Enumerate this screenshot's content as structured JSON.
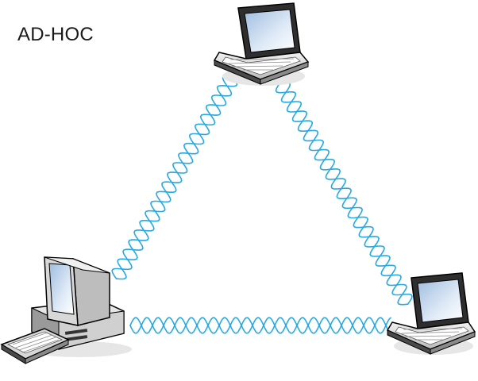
{
  "title": "AD-HOC",
  "nodes": [
    {
      "id": "laptop-top",
      "icon": "laptop-icon"
    },
    {
      "id": "laptop-right",
      "icon": "laptop-icon"
    },
    {
      "id": "desktop-left",
      "icon": "desktop-computer-icon"
    }
  ],
  "links": [
    {
      "from": "laptop-top",
      "to": "desktop-left",
      "type": "wireless"
    },
    {
      "from": "laptop-top",
      "to": "laptop-right",
      "type": "wireless"
    },
    {
      "from": "desktop-left",
      "to": "laptop-right",
      "type": "wireless"
    }
  ],
  "colors": {
    "wave": "#27a9e1",
    "device_body": "#d9d9d9",
    "device_dark": "#3a3a3a",
    "screen": "#bcd3ea",
    "outline": "#000000",
    "text": "#1a1a1a"
  }
}
